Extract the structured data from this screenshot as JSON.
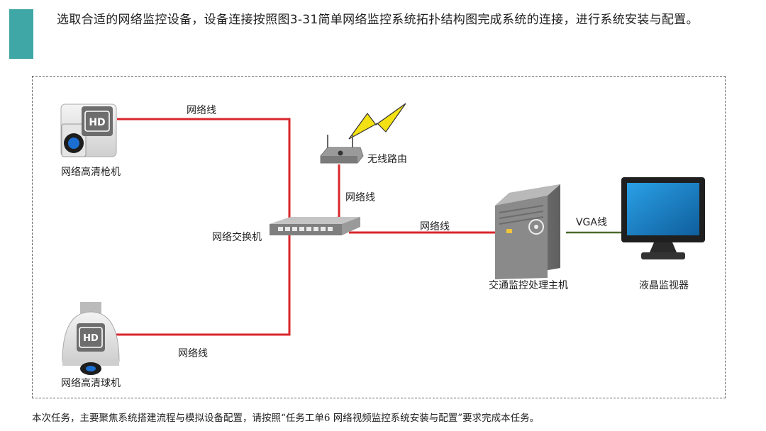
{
  "heading": "选取合适的网络监控设备，设备连接按照图3-31简单网络监控系统拓扑结构图完成系统的连接，进行系统安装与配置。",
  "diagram": {
    "devices": {
      "bullet_camera": "网络高清枪机",
      "dome_camera": "网络高清球机",
      "switch": "网络交换机",
      "router": "无线路由",
      "host": "交通监控处理主机",
      "monitor": "液晶监视器"
    },
    "badges": {
      "hd_top": "HD",
      "hd_bottom": "HD"
    },
    "links": {
      "camera_top": "网络线",
      "camera_bottom": "网络线",
      "router": "网络线",
      "host": "网络线",
      "vga": "VGA线"
    },
    "colors": {
      "network_cable": "#d9262b",
      "vga_cable": "#4a6a2a",
      "accent": "#3fa7a6",
      "screen": "#1b7cc0"
    },
    "icons": [
      "camera-icon",
      "dome-camera-icon",
      "switch-icon",
      "router-icon",
      "lightning-icon",
      "server-icon",
      "monitor-icon"
    ]
  },
  "footer": "本次任务，主要聚焦系统搭建流程与模拟设备配置，请按照“任务工单6  网络视频监控系统安装与配置”要求完成本任务。"
}
